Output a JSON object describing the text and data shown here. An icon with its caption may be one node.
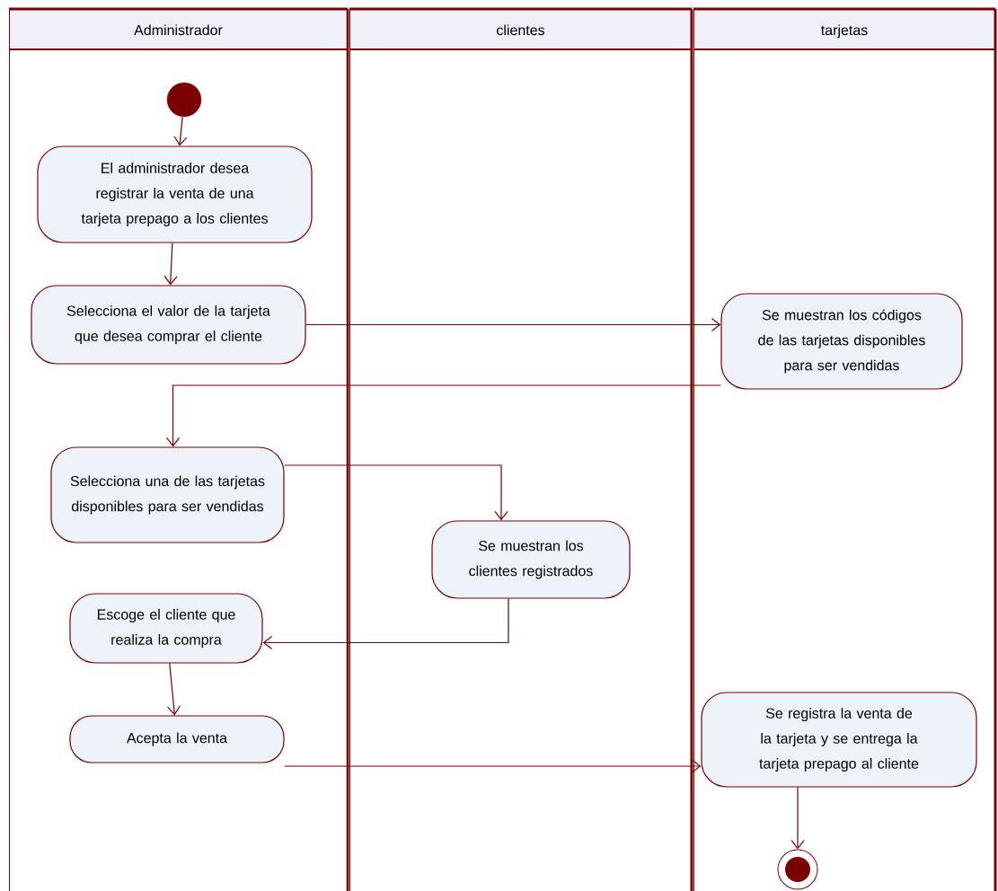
{
  "diagram": {
    "nodes": [
      {
        "text": [
          "Administrador"
        ]
      },
      {
        "text": [
          "clientes"
        ]
      },
      {
        "text": [
          "tarjetas"
        ]
      },
      {
        "text": [],
        "shape": "circle",
        "in": 0
      },
      {
        "text": [
          "El administrador desea registrar la venta de una tarjeta prepago a los clientes"
        ],
        "in": 0
      },
      {
        "text": [
          "Selecciona el valor de la tarjeta que desea comprar el cliente"
        ],
        "in": 0
      },
      {
        "text": [
          "Se muestran los códigos de las tarjetas disponibles para ser vendidas"
        ],
        "in": 2
      },
      {
        "text": [
          "Selecciona una de las tarjetas disponibles para ser vendidas"
        ],
        "in": 0
      },
      {
        "text": [
          "Se muestran los clientes registrados"
        ],
        "in": 1
      },
      {
        "text": [
          "Escoge el cliente que realiza la compra"
        ],
        "in": 0
      },
      {
        "text": [
          "Acepta la venta"
        ],
        "in": 0
      },
      {
        "text": [
          "Se registra la venta de la tarjeta y se entrega la tarjeta prepago al cliente"
        ],
        "in": 2
      },
      {
        "text": [],
        "shape": "circle",
        "in": 2
      }
    ],
    "edges": [
      {
        "from": 3,
        "to": 4,
        "arrow": "to"
      },
      {
        "from": 4,
        "to": 5,
        "arrow": "to"
      },
      {
        "from": 5,
        "to": 6,
        "arrow": "to"
      },
      {
        "from": 6,
        "to": 7,
        "arrow": "to"
      },
      {
        "from": 7,
        "to": 8,
        "arrow": "to"
      },
      {
        "from": 8,
        "to": 9,
        "arrow": "to"
      },
      {
        "from": 9,
        "to": 10,
        "arrow": "to"
      },
      {
        "from": 10,
        "to": 11,
        "arrow": "to"
      },
      {
        "from": 11,
        "to": 12,
        "arrow": "to"
      }
    ]
  }
}
